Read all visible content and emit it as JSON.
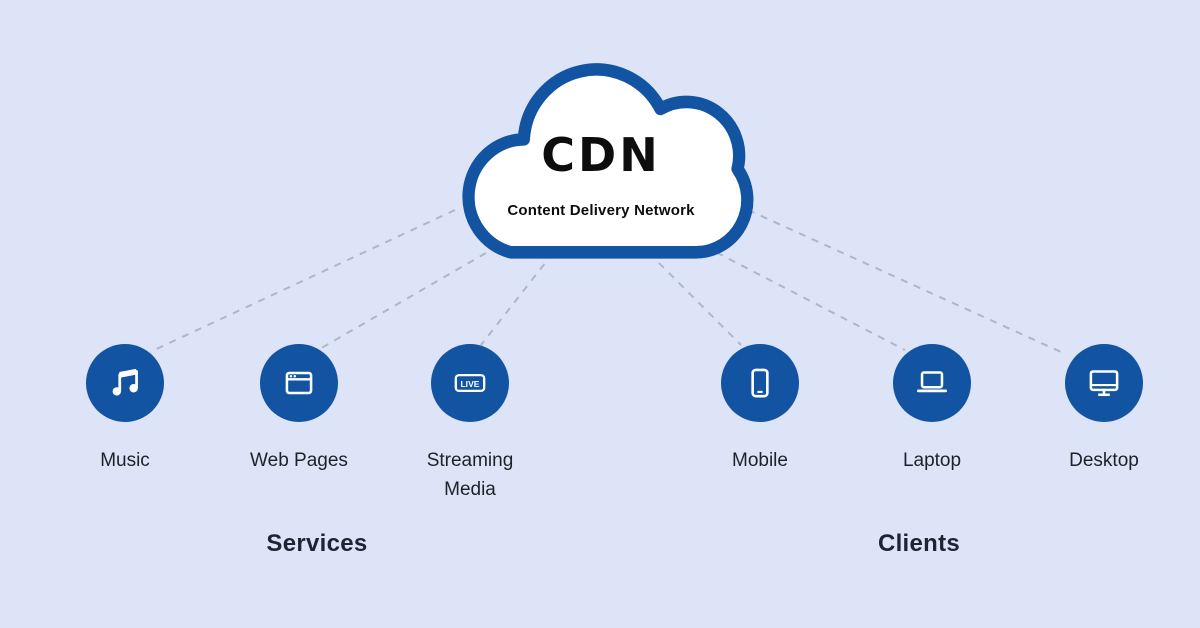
{
  "colors": {
    "background": "#dee4f7",
    "accent": "#1254a2",
    "line": "#b2b6c2",
    "text": "#1d2129",
    "heading": "#0d0d0d"
  },
  "cloud": {
    "title": "CDN",
    "subtitle": "Content Delivery Network"
  },
  "services": {
    "label": "Services",
    "items": [
      {
        "label": "Music",
        "icon": "music-icon"
      },
      {
        "label": "Web Pages",
        "icon": "browser-window-icon"
      },
      {
        "label": "Streaming Media",
        "icon": "live-stream-icon"
      }
    ]
  },
  "clients": {
    "label": "Clients",
    "items": [
      {
        "label": "Mobile",
        "icon": "smartphone-icon"
      },
      {
        "label": "Laptop",
        "icon": "laptop-icon"
      },
      {
        "label": "Desktop",
        "icon": "desktop-monitor-icon"
      }
    ]
  },
  "icons": {
    "live_text": "LIVE"
  }
}
